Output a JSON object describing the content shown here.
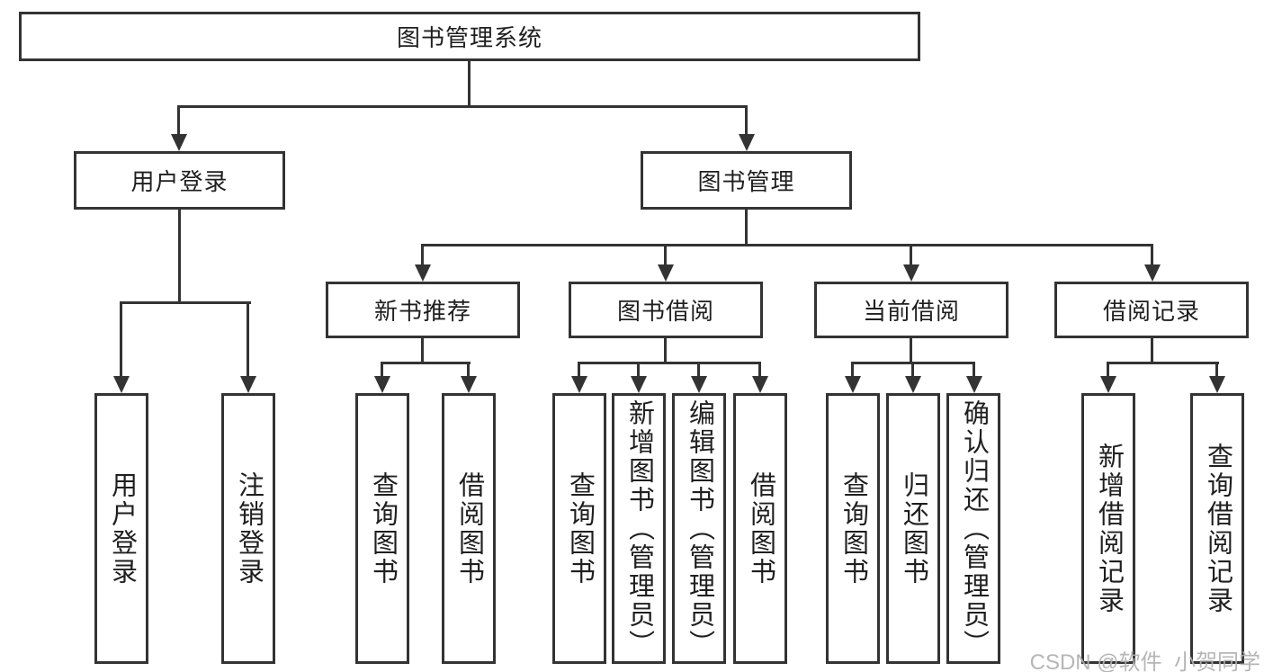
{
  "tree": {
    "root": {
      "label": "图书管理系统"
    },
    "branches": [
      {
        "label": "用户登录",
        "children": [
          {
            "label": "用户登录"
          },
          {
            "label": "注销登录"
          }
        ]
      },
      {
        "label": "图书管理",
        "groups": [
          {
            "label": "新书推荐",
            "children": [
              {
                "label": "查询图书"
              },
              {
                "label": "借阅图书"
              }
            ]
          },
          {
            "label": "图书借阅",
            "children": [
              {
                "label": "查询图书"
              },
              {
                "label": "新增图书（管理员）"
              },
              {
                "label": "编辑图书（管理员）"
              },
              {
                "label": "借阅图书"
              }
            ]
          },
          {
            "label": "当前借阅",
            "children": [
              {
                "label": "查询图书"
              },
              {
                "label": "归还图书"
              },
              {
                "label": "确认归还（管理员）"
              }
            ]
          },
          {
            "label": "借阅记录",
            "children": [
              {
                "label": "新增借阅记录"
              },
              {
                "label": "查询借阅记录"
              }
            ]
          }
        ]
      }
    ]
  },
  "watermark": {
    "text": "CSDN @软件_小贺同学"
  },
  "colors": {
    "line": "#333333",
    "text": "#1f1f1f",
    "watermark": "#b0b0b0",
    "background": "#ffffff"
  }
}
